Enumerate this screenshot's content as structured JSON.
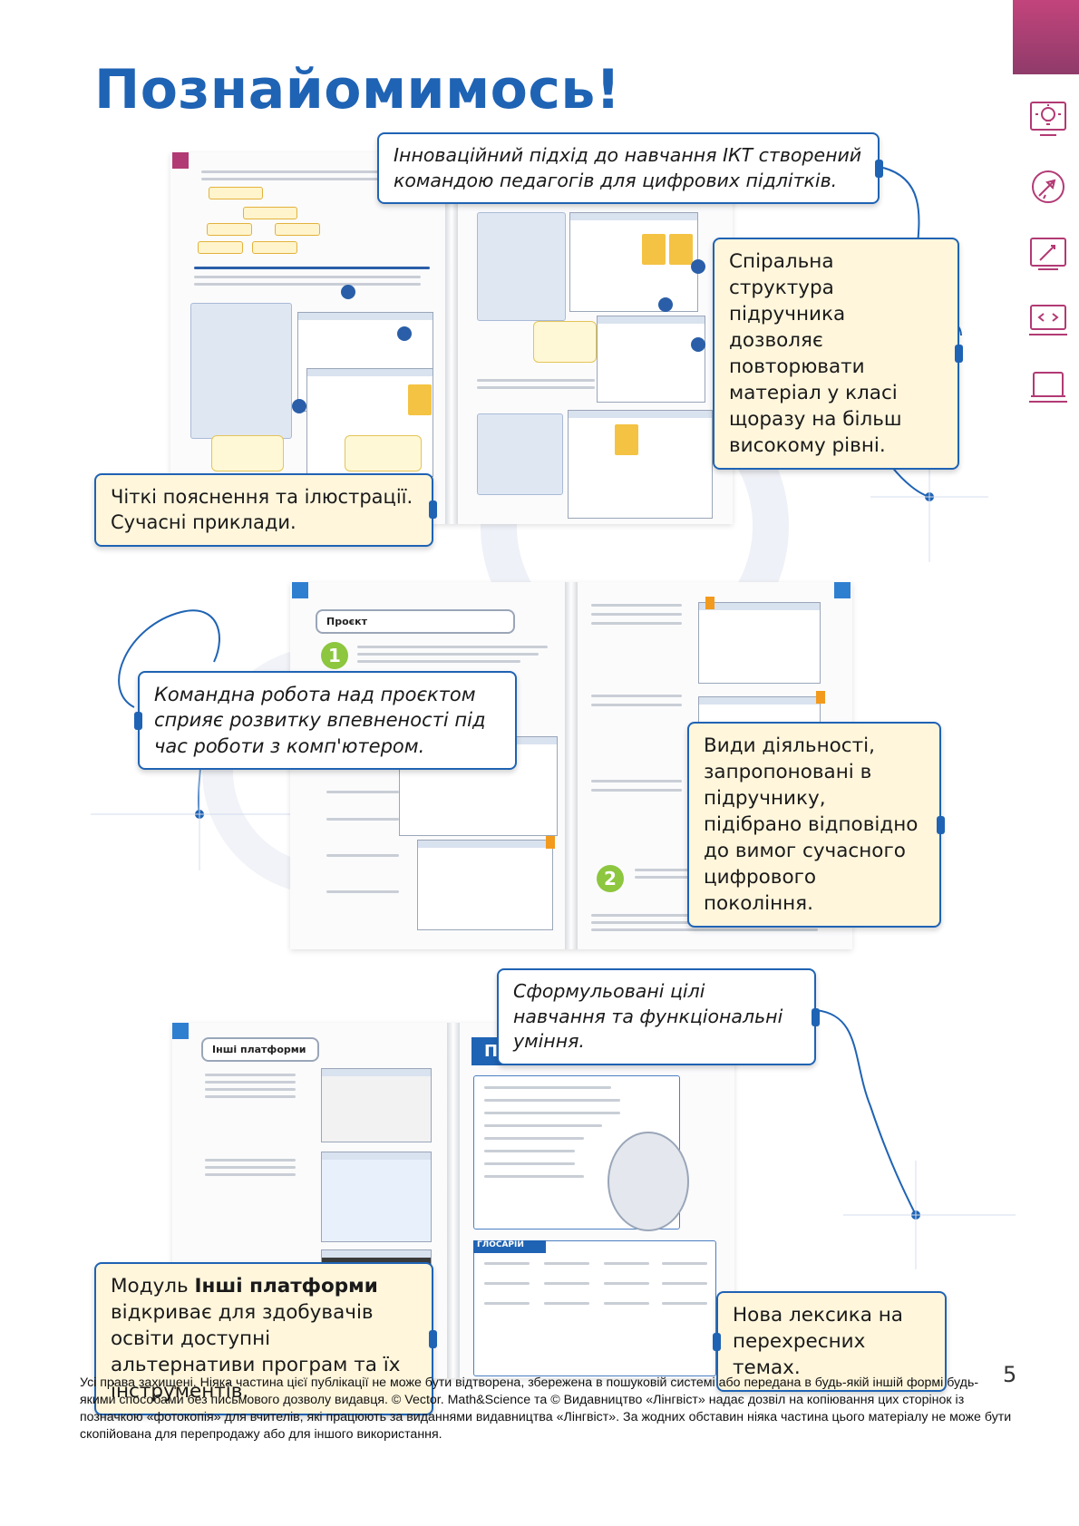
{
  "title": "Познайомимось!",
  "callouts": {
    "innovative": "Інноваційний підхід до навчання ІКТ створений командою педагогів для цифрових підлітків.",
    "spiral": "Спіральна структура підручника дозволяє повторювати матеріал у класі щоразу на більш високому рівні.",
    "clear": "Чіткі пояснення та ілюстрації. Сучасні приклади.",
    "teamwork": "Командна робота над проєктом сприяє розвитку впевненості під час роботи з комп'ютером.",
    "activities": "Види діяльності, запропоновані в підручнику, підібрано відповідно до вимог сучасного цифрового покоління.",
    "goals": "Сформульовані цілі навчання та функціональні уміння.",
    "platforms_prefix": "Модуль ",
    "platforms_bold": "Інші платформи",
    "platforms_suffix": " відкриває для здобувачів освіти доступні альтернативи програм та їх інструментів.",
    "vocabulary": "Нова лексика на перехресних темах."
  },
  "thumbnails": {
    "project_heading": "Проєкт",
    "platforms_heading": "Інші платформи",
    "summary_heading": "Підсумки",
    "glossary_heading": "ГЛОСАРІЙ",
    "num1": "1",
    "num2": "2"
  },
  "side_icons": [
    "lightbulb-icon",
    "rocket-icon",
    "target-icon",
    "code-screen-icon",
    "laptop-icon"
  ],
  "colors": {
    "brand_blue": "#1f63b4",
    "tab_magenta": "#b23a74",
    "callout_cream": "#fff6dc"
  },
  "page_number": "5",
  "copyright": "Усі права захищені. Ніяка частина цієї публікації не може бути відтворена, збережена в пошуковій системі або передана в будь-якій іншій формі будь-якими способами без письмового дозволу видавця. © Vector. Math&Science та © Видавництво «Лінгвіст» надає дозвіл на копіювання цих сторінок із позначкою «фотокопія» для вчителів, які працюють за виданнями видавництва «Лінгвіст». За жодних обставин ніяка частина цього матеріалу не може бути скопійована для перепродажу або для іншого використання."
}
